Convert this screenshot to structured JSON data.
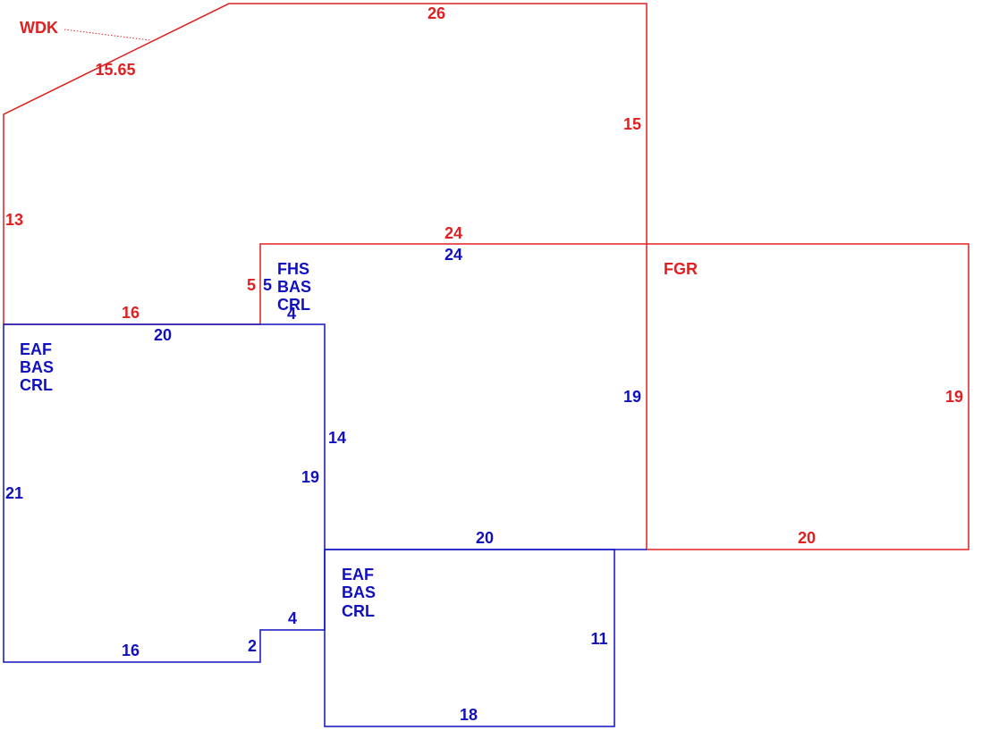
{
  "colors": {
    "exterior": "#e02020",
    "living": "#1010c0"
  },
  "areas": {
    "wdk": {
      "name": "WDK",
      "dims": {
        "top": "26",
        "slant": "15.65",
        "right": "15",
        "left": "13",
        "bottom_right": "24",
        "bottom_left": "16",
        "step": "5"
      }
    },
    "fgr": {
      "name": "FGR",
      "dims": {
        "right": "19",
        "bottom": "20"
      }
    },
    "fhs": {
      "lines": [
        "FHS",
        "BAS",
        "CRL"
      ],
      "dims": {
        "top": "24",
        "left": "5",
        "notch": "4",
        "right": "19",
        "inner_left": "14",
        "bottom": "20"
      }
    },
    "eaf_left": {
      "lines": [
        "EAF",
        "BAS",
        "CRL"
      ],
      "dims": {
        "top": "20",
        "left": "21",
        "right": "19",
        "bottom": "16",
        "step_h": "4",
        "step_v": "2"
      }
    },
    "eaf_bottom": {
      "lines": [
        "EAF",
        "BAS",
        "CRL"
      ],
      "dims": {
        "right": "11",
        "bottom": "18"
      }
    }
  }
}
